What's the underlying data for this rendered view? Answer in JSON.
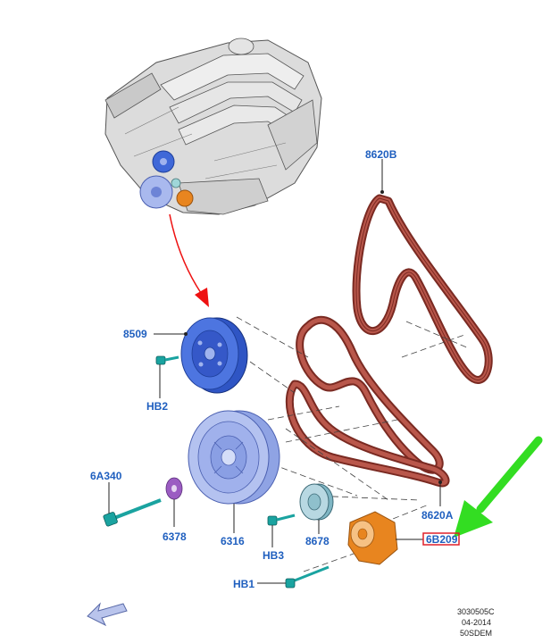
{
  "diagram": {
    "labels": {
      "belt_upper": "8620B",
      "belt_lower": "8620A",
      "water_pump_pulley": "8509",
      "bolt_hb2": "HB2",
      "crank_bolt": "6A340",
      "washer": "6378",
      "crank_pulley": "6316",
      "idler_pulley": "8678",
      "bolt_hb3": "HB3",
      "tensioner": "6B209",
      "bolt_hb1": "HB1"
    },
    "reference": {
      "code": "3030505C",
      "date": "04-2014",
      "model": "50SDEM"
    },
    "colors": {
      "callout_text": "#1f5fbf",
      "belt": "#7a2a22",
      "belt_fill": "#a4473c",
      "pulley_blue": "#3f68d8",
      "pulley_light": "#a9b9ee",
      "tensioner_orange": "#e8851f",
      "bolt_teal": "#1aa3a0",
      "washer_purple": "#9b5cc2",
      "highlight_box": "#e0202a",
      "green_arrow": "#33dd22",
      "red_arrow": "#ee1111"
    }
  }
}
